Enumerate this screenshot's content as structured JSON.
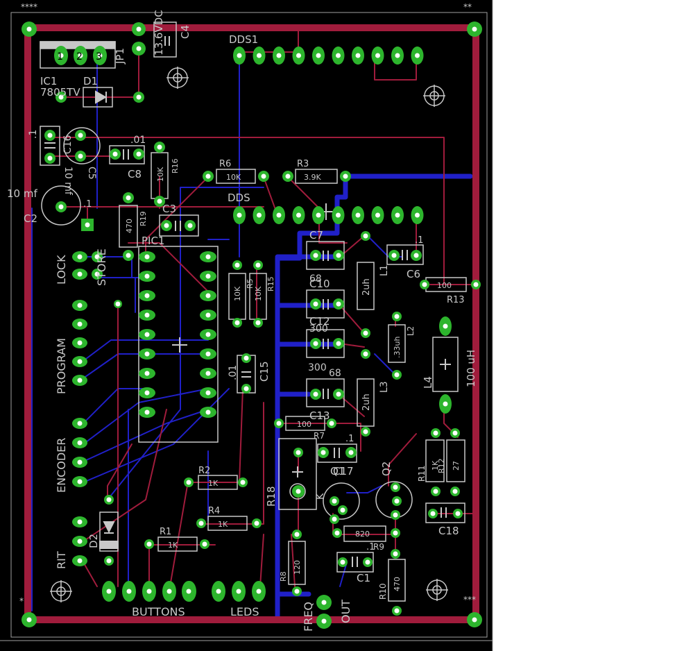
{
  "colors": {
    "background": "#000000",
    "top_trace": "#a01c3c",
    "bottom_trace": "#2020c8",
    "pad": "#2db52d",
    "silk": "#c8c8c8",
    "outline": "#a0a0a0"
  },
  "corner_marks": {
    "top_left": "****",
    "top_right": "**",
    "bottom_left": "*",
    "bottom_right": "***"
  },
  "labels": {
    "jp1": "JP1",
    "vdc": "13.6VDC",
    "c4": "C4",
    "ic1": "IC1",
    "ic1_value": "7805TV",
    "d1": "D1",
    "dds1": "DDS1",
    "c16": "C16",
    "c16_value": ".1",
    "c5": "C5",
    "c5_value": "10 mf",
    "c2": "C2",
    "c2_value": "10 mf",
    "c8": "C8",
    "c8_value": ".01",
    "r16": "R16",
    "r16_value": "10K",
    "r6": "R6",
    "r6_value": "10K",
    "r3": "R3",
    "r3_value": "3.9K",
    "dds": "DDS",
    "c3": "C3",
    "c3_value": ".1",
    "r19": "R19",
    "r19_value": "470",
    "pic1": "PIC1",
    "c7": "C7",
    "c7_value": "68",
    "c6": "C6",
    "c6_value": ".1",
    "l1": "L1",
    "l1_value": "2uh",
    "r13": "R13",
    "r13_value": "100",
    "lock": "LOCK",
    "store": "STORE",
    "r5": "R5",
    "r5_value": "10K",
    "r15": "R15",
    "r15_value": "10K",
    "c10": "C10",
    "c12": "C12",
    "c12_value": "300",
    "l2": "L2",
    "l2_value": ".33uh",
    "program": "PROGRAM",
    "c11_value": "300",
    "c9_value": "68",
    "c15": "C15",
    "c15_value": ".01",
    "l3": "L3",
    "l3_value": "2uh",
    "l4": "L4",
    "l4_value": "100 uH",
    "c13": "C13",
    "r7": "R7",
    "r7_value": "100",
    "c17": "C17",
    "c17_value": ".1",
    "encoder": "ENCODER",
    "r2": "R2",
    "r2_value": "1K",
    "r11": "R11",
    "r11_value": "1K",
    "r12": "R12",
    "r12_value": "27",
    "q2": "Q2",
    "r18": "R18",
    "q1": "Q1",
    "r4": "R4",
    "r4_value": "1K",
    "c18": "C18",
    "d2": "D2",
    "r1": "R1",
    "r1_value": "1K",
    "r20_value": "820",
    "r9": "R9",
    "c1": "C1",
    "c1_value": ".1",
    "r8": "R8",
    "r8_value": "120",
    "r10": "R10",
    "r10_value": "470",
    "rit": "RIT",
    "buttons": "BUTTONS",
    "leds": "LEDS",
    "freq": "FREQ",
    "out": "OUT",
    "k_mark": "K",
    "jp1_pins": [
      "1",
      "2",
      "3"
    ]
  }
}
